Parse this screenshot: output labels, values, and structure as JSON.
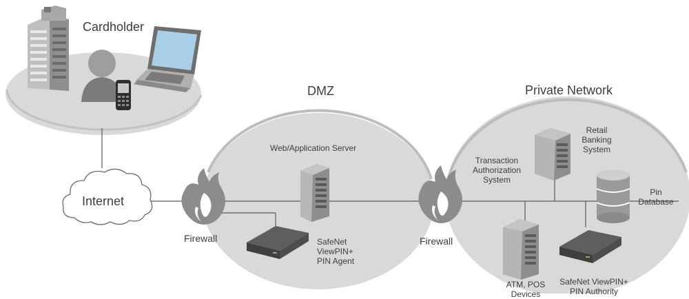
{
  "zones": {
    "cardholder": "Cardholder",
    "dmz": "DMZ",
    "private_network": "Private Network"
  },
  "nodes": {
    "internet": "Internet",
    "firewall_left": "Firewall",
    "firewall_right": "Firewall",
    "web_app_server": "Web/Application Server",
    "safenet_agent": [
      "SafeNet",
      "ViewPIN+",
      "PIN Agent"
    ],
    "transaction_auth": [
      "Transaction",
      "Authorization",
      "System"
    ],
    "retail_banking": [
      "Retail",
      "Banking",
      "System"
    ],
    "pin_database": [
      "Pin",
      "Database"
    ],
    "atm_pos": [
      "ATM, POS",
      "Devices"
    ],
    "safenet_authority": [
      "SafeNet ViewPIN+",
      "PIN Authority"
    ]
  },
  "colors": {
    "zone_fill": "#d8d8d8",
    "zone_edge": "#bdbdbd",
    "line": "#5a5a5a",
    "flame": "#8a8a8a",
    "server": "#9a9a9a",
    "text": "#3d3d3d"
  }
}
